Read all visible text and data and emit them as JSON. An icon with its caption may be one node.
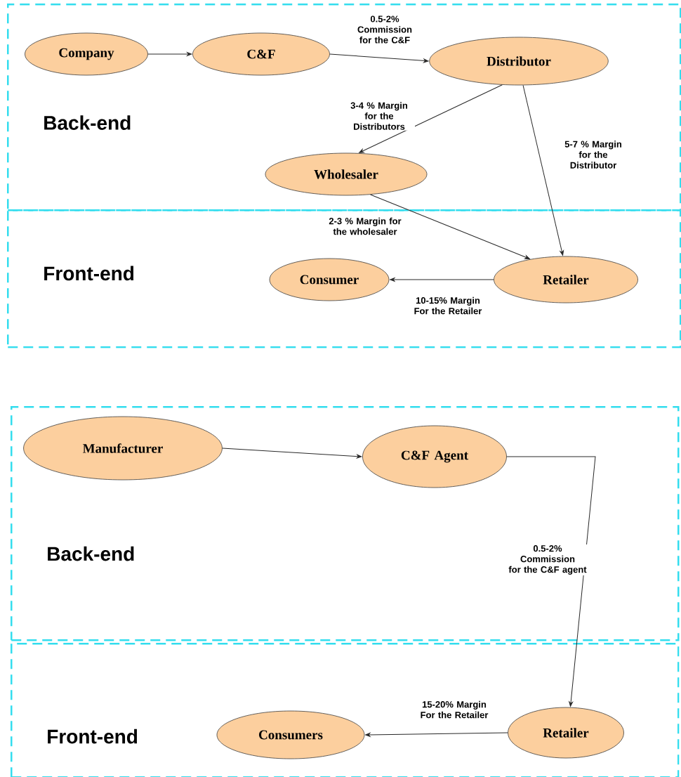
{
  "diagram": {
    "nodes": [
      {
        "text": [
          "Back-end"
        ]
      },
      {
        "text": [
          "Company"
        ],
        "in": 0
      },
      {
        "text": [
          "C&F"
        ],
        "in": 0
      },
      {
        "text": [
          "Distributor"
        ],
        "in": 0
      },
      {
        "text": [
          "Wholesaler"
        ],
        "in": 0
      },
      {
        "text": [
          "Front-end"
        ]
      },
      {
        "text": [
          "Consumer"
        ],
        "in": 5
      },
      {
        "text": [
          "Retailer"
        ],
        "in": 5
      },
      {
        "text": [
          "Back-end"
        ]
      },
      {
        "text": [
          "Manufacturer"
        ],
        "in": 8
      },
      {
        "text": [
          "C&F Agent"
        ],
        "in": 8
      },
      {
        "text": [
          "Front-end"
        ]
      },
      {
        "text": [
          "Consumers"
        ],
        "in": 11
      },
      {
        "text": [
          "Retailer"
        ],
        "in": 11
      }
    ],
    "edges": [
      {
        "from": 1,
        "to": 2,
        "arrow": "to"
      },
      {
        "from": 2,
        "to": 3,
        "arrow": "to",
        "label": "0.5-2% Commission for the C&F"
      },
      {
        "from": 3,
        "to": 4,
        "arrow": "to",
        "label": "3-4 % Margin for the Distributors"
      },
      {
        "from": 3,
        "to": 7,
        "arrow": "to",
        "label": "5-7 % Margin for the Distributor"
      },
      {
        "from": 4,
        "to": 7,
        "arrow": "to",
        "label": "2-3 % Margin for the wholesaler"
      },
      {
        "from": 7,
        "to": 6,
        "arrow": "to",
        "label": "10-15% Margin For the Retailer"
      },
      {
        "from": 9,
        "to": 10,
        "arrow": "to"
      },
      {
        "from": 10,
        "to": 13,
        "arrow": "to",
        "label": "0.5-2% Commission for the C&F agent"
      },
      {
        "from": 13,
        "to": 12,
        "arrow": "to",
        "label": "15-20% Margin For the Retailer"
      }
    ]
  }
}
